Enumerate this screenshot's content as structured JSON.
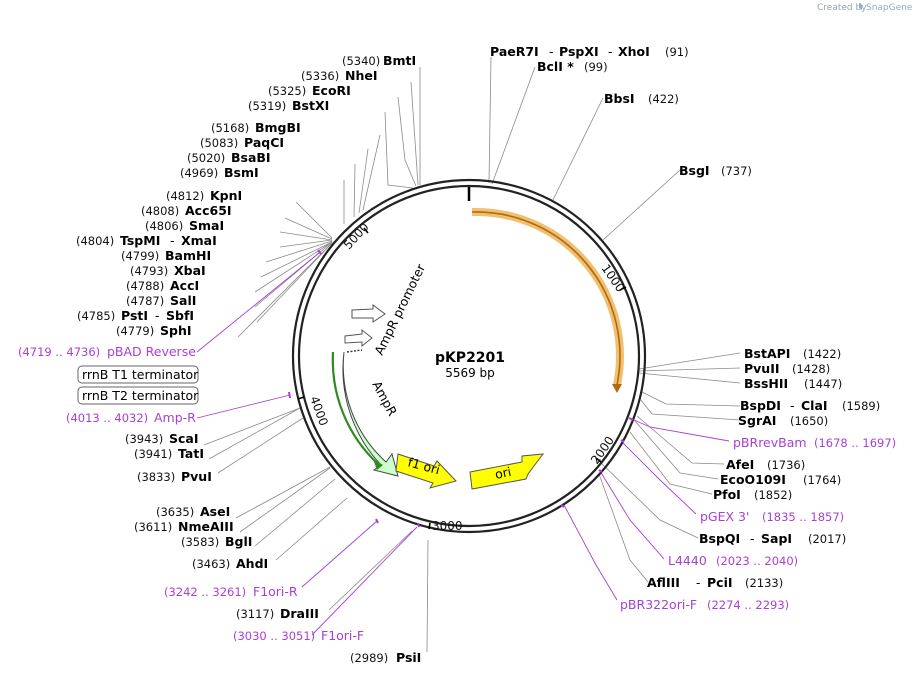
{
  "credit": {
    "created_by": "Created by",
    "brand": "SnapGene"
  },
  "plasmid": {
    "name": "pKP2201",
    "size": "5569 bp"
  },
  "ticks": [
    "1000",
    "2000",
    "3000",
    "4000",
    "5000"
  ],
  "features": {
    "ampr_promoter": "AmpR promoter",
    "ampr": "AmpR",
    "f1ori": "f1 ori",
    "ori": "ori"
  },
  "terminators": [
    "rrnB T1 terminator",
    "rrnB T2 terminator"
  ],
  "enzymes": [
    {
      "num": "(5340)",
      "name": "BmtI"
    },
    {
      "num": "(5336)",
      "name": "NheI"
    },
    {
      "num": "(5325)",
      "name": "EcoRI"
    },
    {
      "num": "(5319)",
      "name": "BstXI"
    },
    {
      "num": "(5168)",
      "name": "BmgBI"
    },
    {
      "num": "(5083)",
      "name": "PaqCI"
    },
    {
      "num": "(5020)",
      "name": "BsaBI"
    },
    {
      "num": "(4969)",
      "name": "BsmI"
    },
    {
      "num": "(4812)",
      "name": "KpnI"
    },
    {
      "num": "(4808)",
      "name": "Acc65I"
    },
    {
      "num": "(4806)",
      "name": "SmaI"
    },
    {
      "num": "(4804)",
      "name": "TspMI",
      "sep": "-",
      "name2": "XmaI"
    },
    {
      "num": "(4799)",
      "name": "BamHI"
    },
    {
      "num": "(4793)",
      "name": "XbaI"
    },
    {
      "num": "(4788)",
      "name": "AccI"
    },
    {
      "num": "(4787)",
      "name": "SalI"
    },
    {
      "num": "(4785)",
      "name": "PstI",
      "sep": "-",
      "name2": "SbfI"
    },
    {
      "num": "(4779)",
      "name": "SphI"
    },
    {
      "num": "(3943)",
      "name": "ScaI"
    },
    {
      "num": "(3941)",
      "name": "TatI"
    },
    {
      "num": "(3833)",
      "name": "PvuI"
    },
    {
      "num": "(3635)",
      "name": "AseI"
    },
    {
      "num": "(3611)",
      "name": "NmeAIII"
    },
    {
      "num": "(3583)",
      "name": "BglI"
    },
    {
      "num": "(3463)",
      "name": "AhdI"
    },
    {
      "num": "(3117)",
      "name": "DraIII"
    },
    {
      "num": "(2989)",
      "name": "PsiI"
    },
    {
      "name": "PaeR7I",
      "sep": "-",
      "name2": "PspXI",
      "sep2": "-",
      "name3": "XhoI",
      "num": "(91)"
    },
    {
      "name": "BclI *",
      "num": "(99)"
    },
    {
      "name": "BbsI",
      "num": "(422)"
    },
    {
      "name": "BsgI",
      "num": "(737)"
    },
    {
      "name": "BstAPI",
      "num": "(1422)"
    },
    {
      "name": "PvuII",
      "num": "(1428)"
    },
    {
      "name": "BssHII",
      "num": "(1447)"
    },
    {
      "name": "BspDI",
      "sep": "-",
      "name2": "ClaI",
      "num": "(1589)"
    },
    {
      "name": "SgrAI",
      "num": "(1650)"
    },
    {
      "name": "AfeI",
      "num": "(1736)"
    },
    {
      "name": "EcoO109I",
      "num": "(1764)"
    },
    {
      "name": "PfoI",
      "num": "(1852)"
    },
    {
      "name": "BspQI",
      "sep": "-",
      "name2": "SapI",
      "num": "(2017)"
    },
    {
      "name": "AflIII",
      "sep": "-",
      "name2": "PciI",
      "num": "(2133)"
    }
  ],
  "primers": [
    {
      "num": "(4719 .. 4736)",
      "name": "pBAD Reverse"
    },
    {
      "num": "(4013 .. 4032)",
      "name": "Amp-R"
    },
    {
      "num": "(3242 .. 3261)",
      "name": "F1ori-R"
    },
    {
      "num": "(3030 .. 3051)",
      "name": "F1ori-F"
    },
    {
      "name": "pBRrevBam",
      "num": "(1678 .. 1697)"
    },
    {
      "name": "pGEX 3'",
      "num": "(1835 .. 1857)"
    },
    {
      "name": "L4440",
      "num": "(2023 .. 2040)"
    },
    {
      "name": "pBR322ori-F",
      "num": "(2274 .. 2293)"
    }
  ],
  "colors": {
    "primer": "#a83fd6",
    "ori": "#ffff00",
    "ampr": "#ccffcc",
    "highlight": "#f0c070",
    "backbone": "#222222"
  }
}
